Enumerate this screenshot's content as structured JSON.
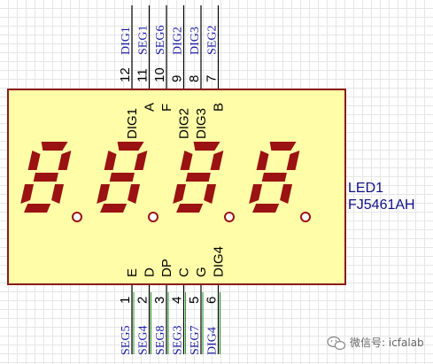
{
  "component": {
    "ref": "LED1",
    "part": "FJ5461AH",
    "body_color": "#fffda8",
    "border_color": "#8b1a1a",
    "segment_color": "#9b1212"
  },
  "top_pins": [
    {
      "num": "12",
      "net": "DIG1",
      "name": "DIG1"
    },
    {
      "num": "11",
      "net": "SEG1",
      "name": "A"
    },
    {
      "num": "10",
      "net": "SEG6",
      "name": "F"
    },
    {
      "num": "9",
      "net": "DIG2",
      "name": "DIG2"
    },
    {
      "num": "8",
      "net": "DIG3",
      "name": "DIG3"
    },
    {
      "num": "7",
      "net": "SEG2",
      "name": "B"
    }
  ],
  "bottom_pins": [
    {
      "num": "1",
      "net": "SEG5",
      "name": "E"
    },
    {
      "num": "2",
      "net": "SEG4",
      "name": "D"
    },
    {
      "num": "3",
      "net": "SEG8",
      "name": "DP"
    },
    {
      "num": "4",
      "net": "SEG3",
      "name": "C"
    },
    {
      "num": "5",
      "net": "SEG7",
      "name": "G"
    },
    {
      "num": "6",
      "net": "DIG4",
      "name": "DIG4"
    }
  ],
  "digits": 4,
  "colors": {
    "net_label": "#1a1aa0",
    "wire": "#000000",
    "bottom_wire_accent": "#2a9a2a"
  },
  "watermark": {
    "icon": "wechat-icon",
    "text": "微信号: icfalab"
  }
}
